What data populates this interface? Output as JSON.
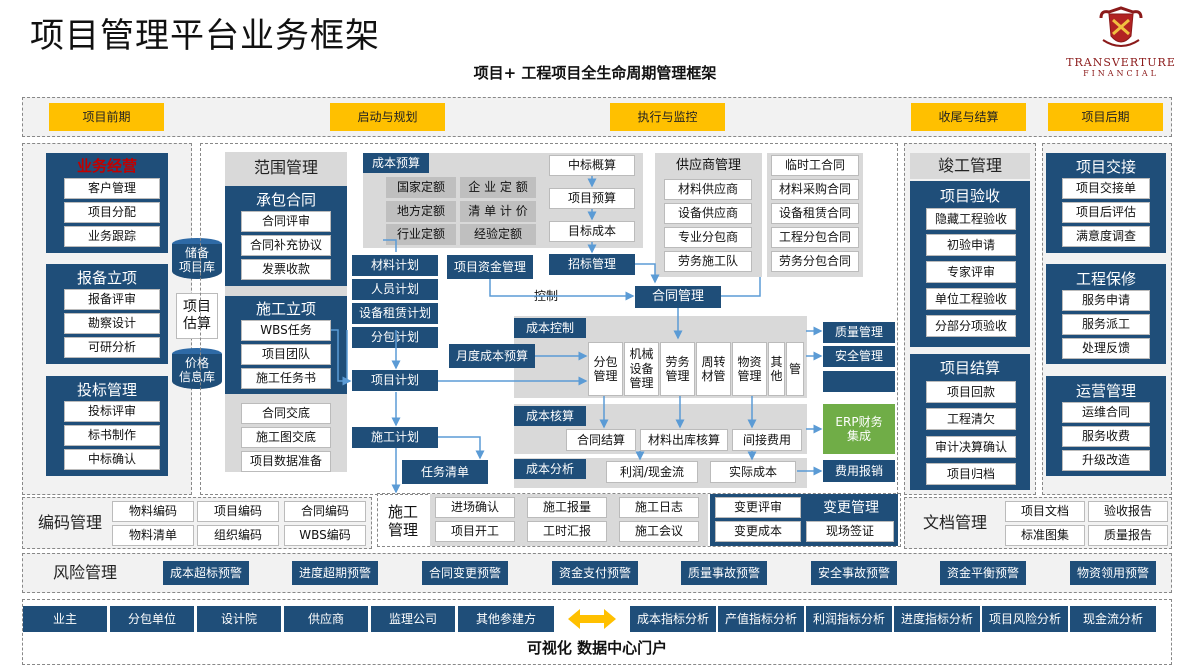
{
  "title": "项目管理平台业务框架",
  "subtitle": "项目+ 工程项目全生命周期管理框架",
  "logo": {
    "line1": "TRANSVERTURE",
    "line2": "FINANCIAL"
  },
  "phases": [
    "项目前期",
    "启动与规划",
    "执行与监控",
    "收尾与结算",
    "项目后期"
  ],
  "left": {
    "biz": {
      "title": "业务经营",
      "items": [
        "客户管理",
        "项目分配",
        "业务跟踪"
      ]
    },
    "bb": {
      "title": "报备立项",
      "items": [
        "报备评审",
        "勘察设计",
        "可研分析"
      ]
    },
    "tb": {
      "title": "投标管理",
      "items": [
        "投标评审",
        "标书制作",
        "中标确认"
      ]
    }
  },
  "db": {
    "store": "储备\n项目库",
    "estimate": "项目\n估算",
    "price": "价格\n信息库"
  },
  "scope": {
    "title": "范围管理",
    "cbht": {
      "title": "承包合同",
      "items": [
        "合同评审",
        "合同补充协议",
        "发票收款"
      ]
    },
    "sglx": {
      "title": "施工立项",
      "items": [
        "WBS任务",
        "项目团队",
        "施工任务书"
      ]
    },
    "extra": [
      "合同交底",
      "施工图交底",
      "项目数据准备"
    ]
  },
  "plans": [
    "材料计划",
    "人员计划",
    "设备租赁计划",
    "分包计划",
    "项目计划",
    "施工计划"
  ],
  "cost_budget": {
    "label": "成本预算",
    "left": [
      "国家定额",
      "地方定额",
      "行业定额"
    ],
    "right": [
      "企 业 定 额",
      "清 单 计 价",
      "经验定额"
    ]
  },
  "budget_chain": [
    "中标概算",
    "项目预算",
    "目标成本",
    "招标管理"
  ],
  "supplier": {
    "title": "供应商管理",
    "items": [
      "材料供应商",
      "设备供应商",
      "专业分包商",
      "劳务施工队"
    ]
  },
  "contracts": {
    "title": "临时工合同",
    "items": [
      "材料采购合同",
      "设备租赁合同",
      "工程分包合同",
      "劳务分包合同"
    ]
  },
  "mid": {
    "fund": "项目资金管理",
    "control": "控制",
    "contract": "合同管理",
    "monthly": "月度成本预算",
    "task_list": "任务清单"
  },
  "cost_control": {
    "label": "成本控制",
    "cols": [
      "分包\n管理",
      "机械\n设备\n管理",
      "劳务\n管理",
      "周转\n材管",
      "物资\n管理",
      "其他",
      "管"
    ]
  },
  "cost_account": {
    "label": "成本核算",
    "items": [
      "合同结算",
      "材料出库核算",
      "间接费用"
    ]
  },
  "cost_analysis": {
    "label": "成本分析",
    "items": [
      "利润/现金流",
      "实际成本"
    ]
  },
  "right_mid": [
    "质量管理",
    "安全管理",
    "",
    "ERP财务\n集成",
    "费用报销"
  ],
  "construction": {
    "title": "施工\n管理",
    "items": [
      "进场确认",
      "施工报量",
      "施工日志",
      "项目开工",
      "工时汇报",
      "施工会议"
    ]
  },
  "change": {
    "title": "变更管理",
    "items": [
      "变更评审",
      "变更成本",
      "现场签证"
    ]
  },
  "completion": {
    "title": "竣工管理",
    "accept": {
      "title": "项目验收",
      "items": [
        "隐藏工程验收",
        "初验申请",
        "专家评审",
        "单位工程验收",
        "分部分项验收"
      ]
    },
    "settle": {
      "title": "项目结算",
      "items": [
        "项目回款",
        "工程清欠",
        "审计决算确认",
        "项目归档"
      ]
    }
  },
  "after": {
    "handover": {
      "title": "项目交接",
      "items": [
        "项目交接单",
        "项目后评估",
        "满意度调查"
      ]
    },
    "warranty": {
      "title": "工程保修",
      "items": [
        "服务申请",
        "服务派工",
        "处理反馈"
      ]
    },
    "ops": {
      "title": "运营管理",
      "items": [
        "运维合同",
        "服务收费",
        "升级改造"
      ]
    }
  },
  "coding": {
    "title": "编码管理",
    "items": [
      "物料编码",
      "项目编码",
      "合同编码",
      "物料清单",
      "组织编码",
      "WBS编码"
    ]
  },
  "docs": {
    "title": "文档管理",
    "items": [
      "项目文档",
      "验收报告",
      "标准图集",
      "质量报告"
    ]
  },
  "risk": {
    "title": "风险管理",
    "items": [
      "成本超标预警",
      "进度超期预警",
      "合同变更预警",
      "资金支付预警",
      "质量事故预警",
      "安全事故预警",
      "资金平衡预警",
      "物资领用预警"
    ]
  },
  "bottom": {
    "parties": [
      "业主",
      "分包单位",
      "设计院",
      "供应商",
      "监理公司",
      "其他参建方"
    ],
    "analysis": [
      "成本指标分析",
      "产值指标分析",
      "利润指标分析",
      "进度指标分析",
      "项目风险分析",
      "现金流分析"
    ],
    "caption": "可视化 数据中心门户"
  },
  "colors": {
    "navy": "#1f4e79",
    "gold": "#ffc000",
    "red": "#c00000",
    "logo": "#8b1a1a"
  }
}
